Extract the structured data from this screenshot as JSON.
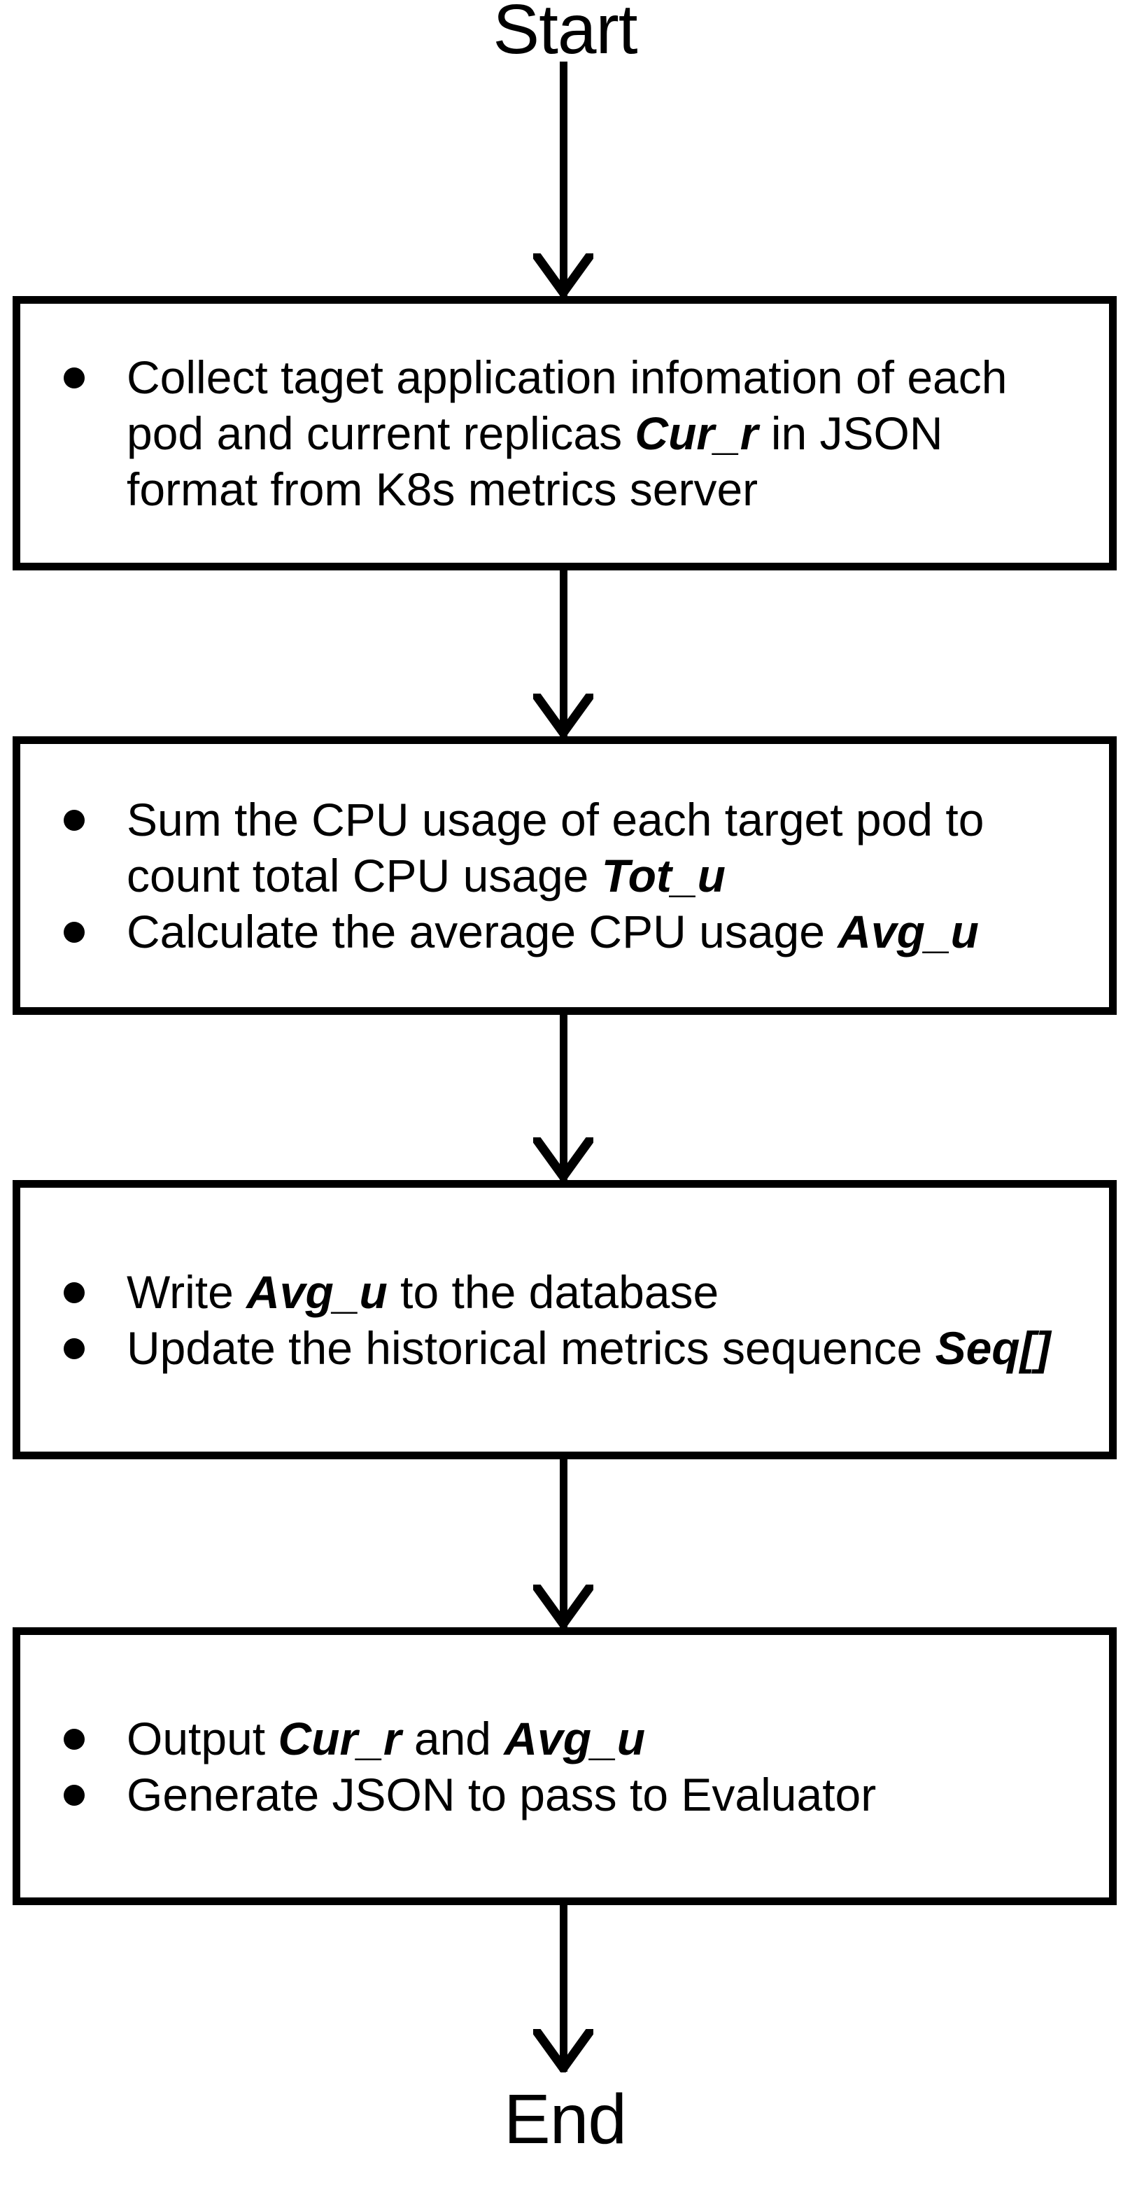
{
  "diagram": {
    "type": "flowchart",
    "orientation": "vertical-top-to-bottom",
    "title_visible": false,
    "background_color": "#ffffff",
    "line_color": "#000000",
    "text_color": "#000000"
  },
  "start_node": {
    "label": "Start",
    "shape": "text-terminator"
  },
  "end_node": {
    "label": "End",
    "shape": "text-terminator"
  },
  "connectors": [
    {
      "name": "start-to-step1",
      "glyph": "down-arrow"
    },
    {
      "name": "step1-to-step2",
      "glyph": "down-arrow"
    },
    {
      "name": "step2-to-step3",
      "glyph": "down-arrow"
    },
    {
      "name": "step3-to-step4",
      "glyph": "down-arrow"
    },
    {
      "name": "step4-to-end",
      "glyph": "down-arrow"
    }
  ],
  "steps": [
    {
      "id": "step1",
      "shape": "rectangle",
      "bullets": [
        {
          "parts": [
            {
              "text": "Collect taget application infomation of each pod and current replicas ",
              "style": "normal"
            },
            {
              "text": "Cur_r",
              "style": "variable"
            },
            {
              "text": " in JSON format from K8s metrics server",
              "style": "normal"
            }
          ],
          "plain": "Collect taget application infomation of each pod and current replicas Cur_r in JSON format from K8s metrics server"
        }
      ]
    },
    {
      "id": "step2",
      "shape": "rectangle",
      "bullets": [
        {
          "parts": [
            {
              "text": "Sum the CPU usage of each target pod to count total CPU usage ",
              "style": "normal"
            },
            {
              "text": "Tot_u",
              "style": "variable"
            }
          ],
          "plain": "Sum the CPU usage of each target pod to count total CPU usage Tot_u"
        },
        {
          "parts": [
            {
              "text": "Calculate the average CPU usage ",
              "style": "normal"
            },
            {
              "text": "Avg_u",
              "style": "variable"
            }
          ],
          "plain": "Calculate the average CPU usage Avg_u"
        }
      ]
    },
    {
      "id": "step3",
      "shape": "rectangle",
      "bullets": [
        {
          "parts": [
            {
              "text": "Write ",
              "style": "normal"
            },
            {
              "text": "Avg_u",
              "style": "variable"
            },
            {
              "text": " to the database",
              "style": "normal"
            }
          ],
          "plain": "Write Avg_u to the database"
        },
        {
          "parts": [
            {
              "text": "Update the historical metrics sequence ",
              "style": "normal"
            },
            {
              "text": "Seq[]",
              "style": "variable"
            }
          ],
          "plain": "Update the historical metrics sequence Seq[]"
        }
      ]
    },
    {
      "id": "step4",
      "shape": "rectangle",
      "bullets": [
        {
          "parts": [
            {
              "text": "Output ",
              "style": "normal"
            },
            {
              "text": "Cur_r",
              "style": "variable"
            },
            {
              "text": "  and ",
              "style": "normal"
            },
            {
              "text": "Avg_u",
              "style": "variable"
            }
          ],
          "plain": "Output Cur_r  and Avg_u"
        },
        {
          "parts": [
            {
              "text": "Generate JSON to pass to Evaluator",
              "style": "normal"
            }
          ],
          "plain": "Generate JSON to pass to Evaluator"
        }
      ]
    }
  ]
}
